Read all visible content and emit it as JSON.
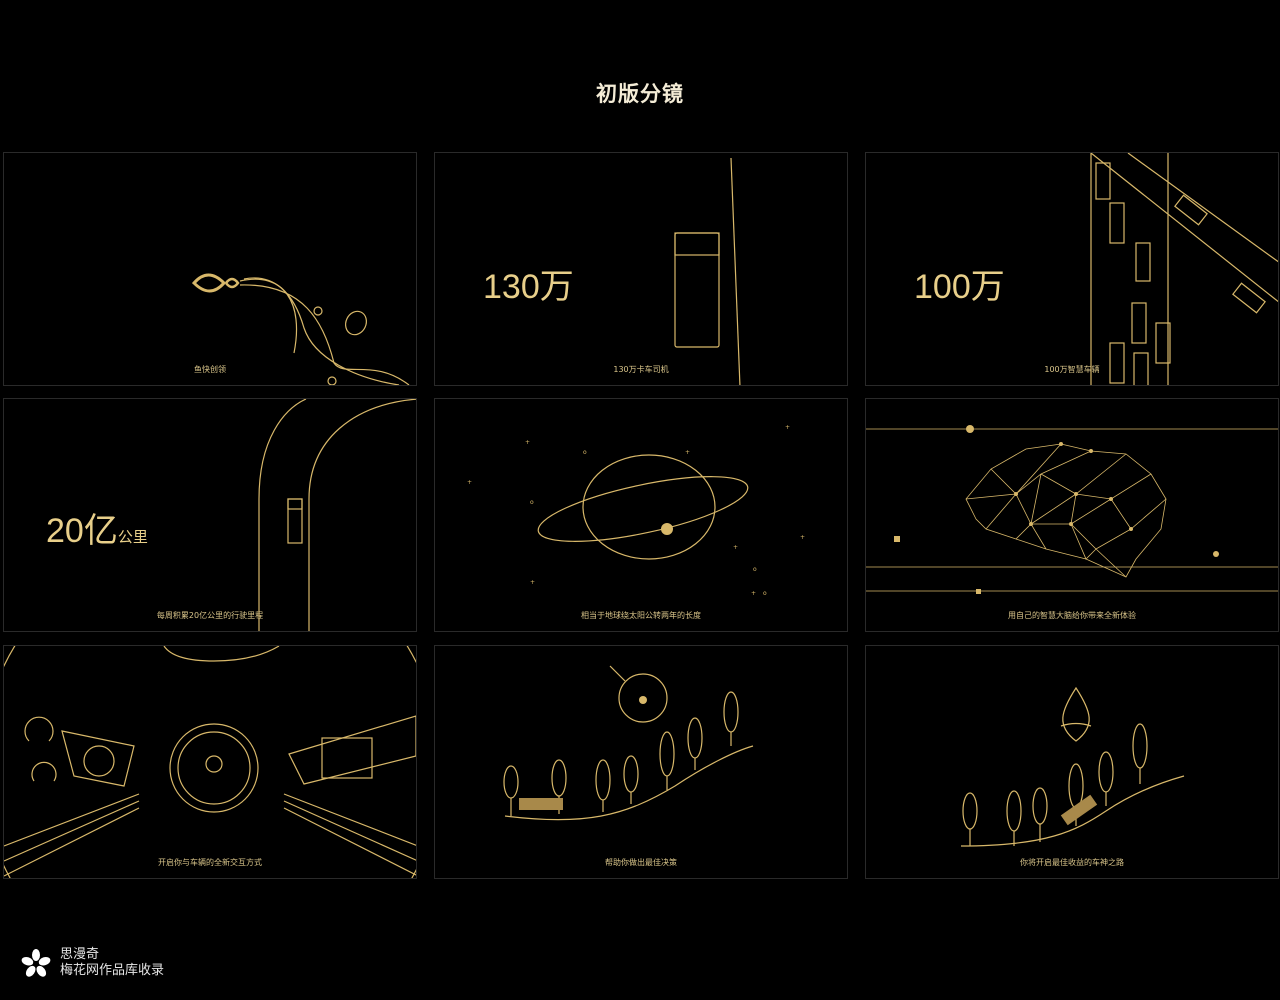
{
  "title": "初版分镜",
  "panels": [
    {
      "caption": "鱼快创领"
    },
    {
      "caption": "130万卡车司机",
      "big": "130万"
    },
    {
      "caption": "100万智慧车辆",
      "big": "100万"
    },
    {
      "caption": "每周积累20亿公里的行驶里程",
      "big": "20亿",
      "unit": "公里"
    },
    {
      "caption": "相当于地球绕太阳公转两年的长度"
    },
    {
      "caption": "用自己的智慧大脑给你带来全新体验"
    },
    {
      "caption": "开启你与车辆的全新交互方式"
    },
    {
      "caption": "帮助你做出最佳决策"
    },
    {
      "caption": "你将开启最佳收益的车神之路"
    }
  ],
  "brand": {
    "name": "思漫奇",
    "sub": "梅花网作品库收录"
  },
  "colors": {
    "gold": "#d8b86a",
    "background": "#000000"
  }
}
